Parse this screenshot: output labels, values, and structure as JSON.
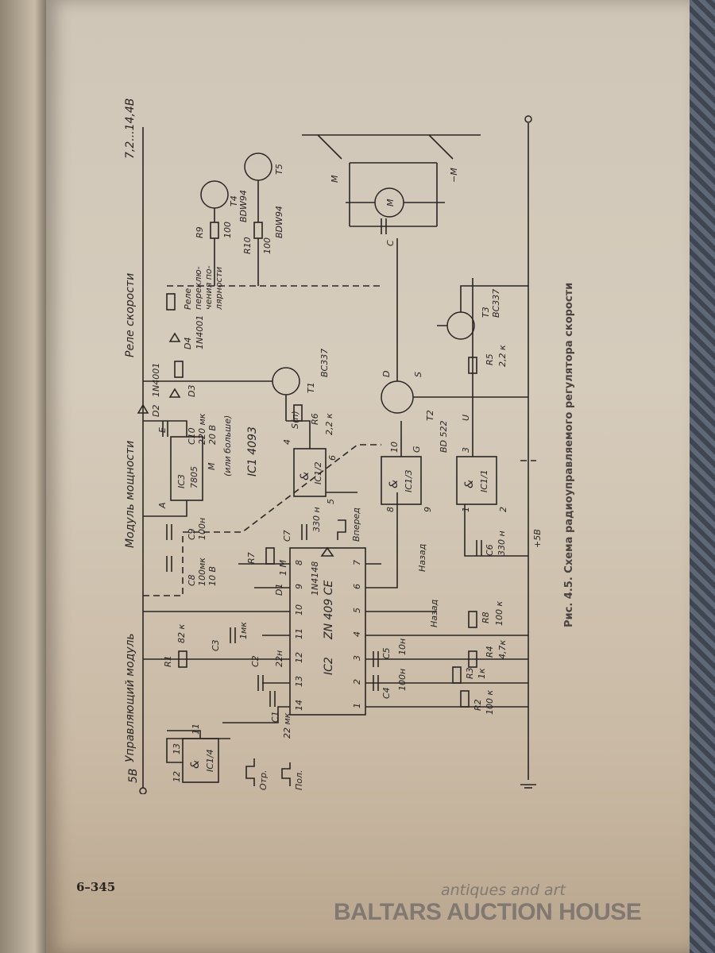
{
  "page_number": "6–345",
  "caption": "Рис. 4.5. Схема радиоуправляемого регулятора скорости",
  "watermark": {
    "line1": "antiques and art",
    "line2": "BALTARS AUCTION HOUSE"
  },
  "labels": {
    "supply_5v": "5В",
    "control_module": "Управляющий модуль",
    "power_module": "Модуль мощности",
    "speed_relay": "Реле скорости",
    "supply_range": "7,2...14,4В",
    "polarity_relay": [
      "Реле",
      "переклю-",
      "чения по-",
      "лярности"
    ],
    "ic1_type": "IC1 4093",
    "or_more": "(или больше)",
    "plus5": "+5В",
    "forward": "Вперед",
    "back1": "Назад",
    "back2": "Назад",
    "otr": "Отр.",
    "pol": "Пол.",
    "s_n": "S(п)",
    "u": "U",
    "ic3_pins": {
      "a": "A",
      "m": "M",
      "e": "E"
    }
  },
  "ics": {
    "ic2": {
      "name": "IC2",
      "part": "ZN 409 CE",
      "pins_top": [
        "14",
        "13",
        "12",
        "11",
        "10",
        "9",
        "8"
      ],
      "pins_bottom": [
        "1",
        "2",
        "3",
        "4",
        "5",
        "6",
        "7"
      ]
    },
    "ic3": {
      "name": "IC3",
      "part": "7805"
    },
    "ic1_1": {
      "name": "IC1/1",
      "sym": "&",
      "pins": [
        "1",
        "2",
        "3"
      ]
    },
    "ic1_2": {
      "name": "IC1/2",
      "sym": "&",
      "pins": [
        "5",
        "6",
        "4"
      ]
    },
    "ic1_3": {
      "name": "IC1/3",
      "sym": "&",
      "pins": [
        "8",
        "9",
        "10"
      ]
    },
    "ic1_4": {
      "name": "IC1/4",
      "sym": "&",
      "pins": [
        "12",
        "13",
        "11"
      ]
    }
  },
  "components": {
    "r1": [
      "R1",
      "82 к"
    ],
    "r2": [
      "R2",
      "100 к"
    ],
    "r3": [
      "R3",
      "1к"
    ],
    "r4": [
      "R4",
      "4,7к"
    ],
    "r5": [
      "R5",
      "2,2 к"
    ],
    "r6": [
      "R6",
      "2,2 к"
    ],
    "r7": [
      "R7",
      "1 М"
    ],
    "r8": [
      "R8",
      "100 к"
    ],
    "r9": [
      "R9",
      "100"
    ],
    "r10": [
      "R10",
      "100"
    ],
    "c1": [
      "C1",
      "22 мк"
    ],
    "c2": [
      "C2",
      "22н"
    ],
    "c3": [
      "C3",
      "1мк"
    ],
    "c4": [
      "C4",
      "100н"
    ],
    "c5": [
      "C5",
      "10н"
    ],
    "c6": [
      "C6",
      "330 н"
    ],
    "c7": [
      "C7",
      "330 н"
    ],
    "c8": [
      "C8",
      "100мк",
      "10 В"
    ],
    "c9": [
      "C9",
      "100н"
    ],
    "c10": [
      "C10",
      "220 мк",
      "20 В"
    ],
    "c_motor": "C",
    "d1": [
      "D1",
      "1N4148"
    ],
    "d2": [
      "D2",
      "1N4001"
    ],
    "d3": "D3",
    "d4": [
      "D4",
      "1N4001"
    ],
    "t1": [
      "T1",
      "BC337"
    ],
    "t2": [
      "T2",
      "BD 522"
    ],
    "t3": [
      "T3",
      "BC337"
    ],
    "t4": [
      "T4",
      "BDW94"
    ],
    "t5": [
      "T5",
      "BDW94"
    ],
    "t2_pins": {
      "d": "D",
      "s": "S",
      "g": "G"
    },
    "motor": "M",
    "motor_plus": "M",
    "motor_minus": "−M"
  }
}
